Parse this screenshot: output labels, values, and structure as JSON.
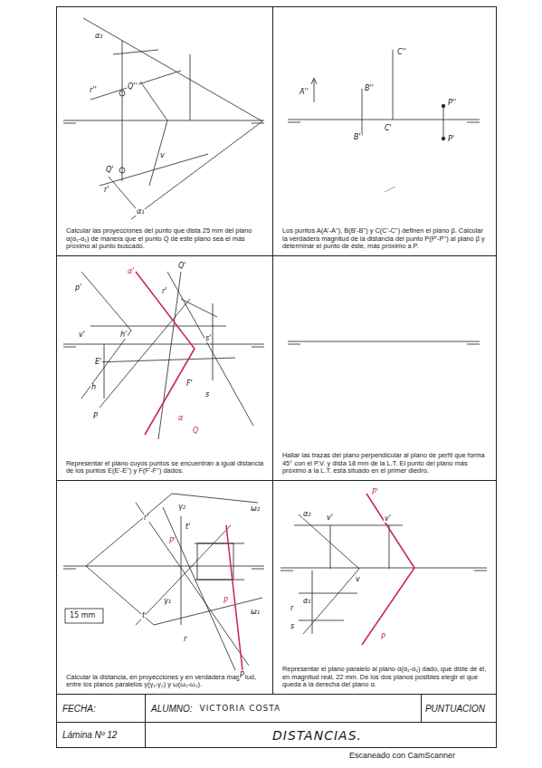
{
  "diagram": {
    "nodes": [
      {
        "text": [
          "Calcular las proyecciones del punto que dista 25 mm del plano α(α₁-α₂) de manera que el punto Q de este plano sea el más próximo al punto buscado."
        ]
      },
      {
        "text": [
          "Los puntos A(A'-A''), B(B'-B'') y C(C'-C'') definen el plano β. Calcular la verdadera magnitud de la distancia del punto P(P'-P'') al plano β y determinar el punto de éste, más próximo a P."
        ]
      },
      {
        "text": [
          "Representar el plano cuyos puntos se encuentran a igual distancia de los puntos E(E'-E'') y F(F'-F'') dados."
        ]
      },
      {
        "text": [
          "Hallar las trazas del plano perpendicular al plano de perfil que forma 45° con el P.V. y dista 18 mm de la L.T. El punto del plano más próximo a la L.T. está situado en el primer diedro."
        ]
      },
      {
        "text": [
          "Calcular la distancia, en proyecciones y en verdadera magnitud, entre los planos paralelos γ(γ₁-γ₂) y ω(ω₁-ω₂)."
        ]
      },
      {
        "text": [
          "Representar el plano paralelo al plano α(α₁-α₂) dado, que diste de él, en magnitud real, 22 mm. De los dos planos posibles elegir el que queda a la derecha del plano α."
        ]
      },
      {
        "text": [
          "FECHA:"
        ]
      },
      {
        "text": [
          "ALUMNO:",
          "VICTORIA COSTA"
        ]
      },
      {
        "text": [
          "PUNTUACION"
        ]
      },
      {
        "text": [
          "Lámina Nº 12"
        ]
      },
      {
        "text": [
          "DISTANCIAS."
        ]
      }
    ],
    "labels": [
      "α₂",
      "r''",
      "Q''",
      "v",
      "Q'",
      "r'",
      "α₁",
      "A''",
      "B''",
      "C''",
      "P''",
      "B'",
      "C'",
      "P'",
      "α'",
      "Q'",
      "p'",
      "r'",
      "v'",
      "h'",
      "E'",
      "s'",
      "h",
      "F'",
      "s",
      "P",
      "α",
      "Q",
      "ω₂",
      "γ₂",
      "r'",
      "t'",
      "P'",
      "γ₁",
      "ω₁",
      "t",
      "P",
      "r",
      "15 mm",
      "P",
      "P'",
      "α₂",
      "v'",
      "v'",
      "v",
      "α₁",
      "r",
      "s",
      "P",
      "Escaneado con CamScanner"
    ]
  }
}
